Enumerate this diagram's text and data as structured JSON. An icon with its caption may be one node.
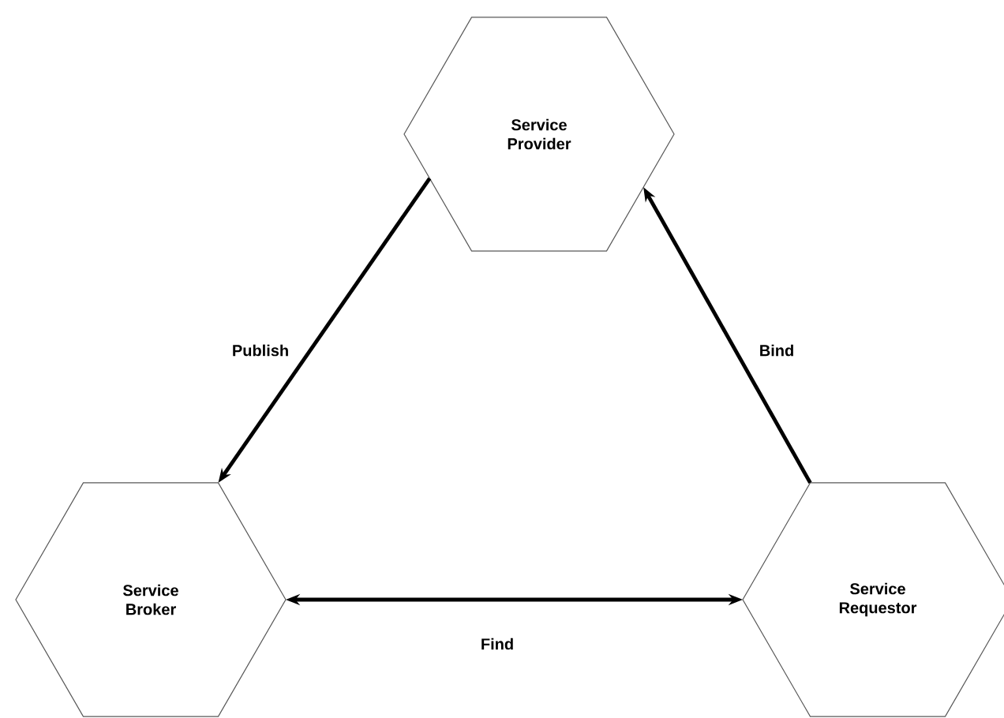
{
  "diagram": {
    "nodes": [
      {
        "text": [
          "Service Provider"
        ]
      },
      {
        "text": [
          "Service Broker"
        ]
      },
      {
        "text": [
          "Service Requestor"
        ]
      }
    ],
    "edges": [
      {
        "from": 0,
        "to": 1,
        "arrow": "to",
        "label": "Publish"
      },
      {
        "from": 2,
        "to": 0,
        "arrow": "to",
        "label": "Bind"
      },
      {
        "from": 1,
        "to": 2,
        "arrow": "both",
        "label": "Find"
      }
    ]
  }
}
